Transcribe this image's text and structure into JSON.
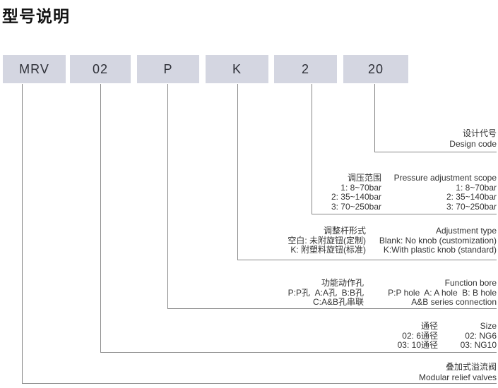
{
  "title": "型号说明",
  "colors": {
    "box_fill": "#d4d6e1",
    "box_text": "#2e3038",
    "line": "#878787",
    "text": "#333333",
    "title_text": "#141414"
  },
  "model_boxes": [
    {
      "label": "MRV"
    },
    {
      "label": "02"
    },
    {
      "label": "P"
    },
    {
      "label": "K"
    },
    {
      "label": "2"
    },
    {
      "label": "20"
    }
  ],
  "design_code": {
    "cn": "设计代号",
    "en": "Design code"
  },
  "pressure": {
    "header_cn": "调压范围",
    "header_en": "Pressure adjustment scope",
    "rows": [
      {
        "cn": "1: 8~70bar",
        "en": "1: 8~70bar"
      },
      {
        "cn": "2: 35~140bar",
        "en": "2: 35~140bar"
      },
      {
        "cn": "3: 70~250bar",
        "en": "3: 70~250bar"
      }
    ]
  },
  "adjustment": {
    "header_cn": "调整杆形式",
    "header_en": "Adjustment type",
    "rows": [
      {
        "cn": "空白: 未附旋钮(定制)",
        "en": "Blank: No knob (customization)"
      },
      {
        "cn": "K: 附塑料旋钮(标准)",
        "en": "K:With plastic knob (standard)"
      }
    ]
  },
  "function_bore": {
    "header_cn": "功能动作孔",
    "header_en": "Function bore",
    "rows": [
      {
        "cn": "P:P孔  A:A孔  B:B孔",
        "en": "P:P hole  A: A hole  B: B hole"
      },
      {
        "cn": "C:A&B孔串联",
        "en": "A&B series connection"
      }
    ]
  },
  "size": {
    "header_cn": "通径",
    "header_en": "Size",
    "rows": [
      {
        "cn": "02: 6通径",
        "en": "02: NG6"
      },
      {
        "cn": "03: 10通径",
        "en": "03: NG10"
      }
    ]
  },
  "product": {
    "cn": "叠加式溢流阀",
    "en": "Modular relief valves"
  }
}
